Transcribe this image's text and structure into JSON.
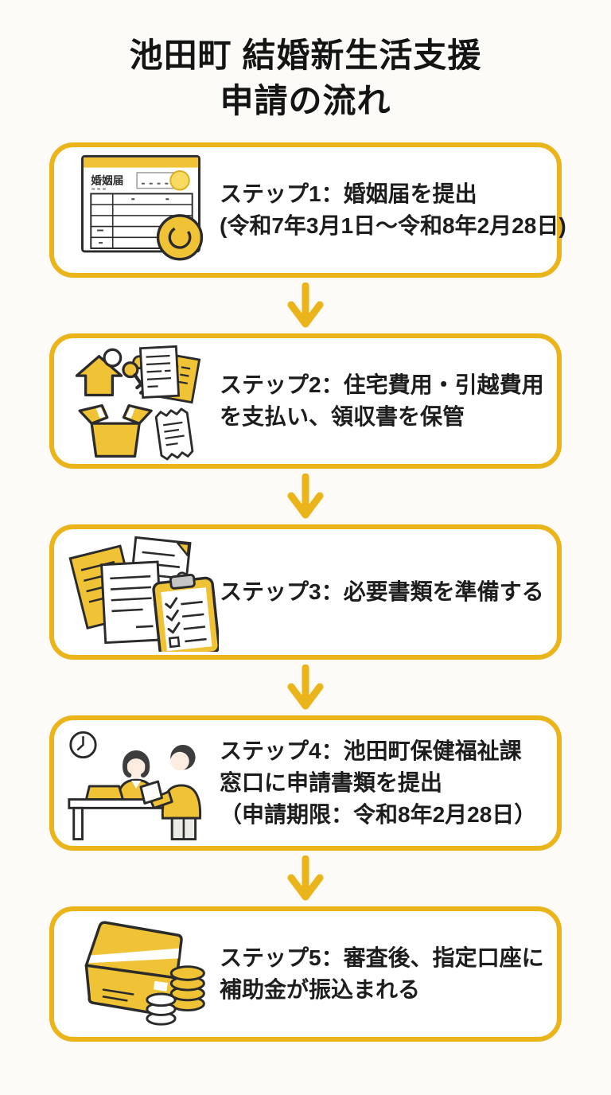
{
  "title": {
    "line1": "池田町 結婚新生活支援",
    "line2": "申請の流れ"
  },
  "colors": {
    "accent_yellow": "#EBB41A",
    "icon_yellow": "#F0C235",
    "light_yellow": "#F8DB60",
    "outline_dark": "#2B2B2B",
    "text_dark": "#1D1D1D",
    "box_fill": "#FFFFFF",
    "background": "#FCFBF8"
  },
  "steps": [
    {
      "icon": "marriage-certificate-icon",
      "form_label": "婚姻届",
      "lines": [
        "ステップ1：婚姻届を提出",
        "(令和7年3月1日～令和8年2月28日)"
      ]
    },
    {
      "icon": "house-keys-box-receipt-icon",
      "lines": [
        "ステップ2：住宅費用・引越費用",
        "を支払い、領収書を保管"
      ]
    },
    {
      "icon": "documents-checklist-icon",
      "lines": [
        "ステップ3：必要書類を準備する"
      ]
    },
    {
      "icon": "counter-submission-icon",
      "lines": [
        "ステップ4：池田町保健福祉課",
        "窓口に申請書類を提出",
        "（申請期限：令和8年2月28日）"
      ]
    },
    {
      "icon": "bankbook-coins-icon",
      "lines": [
        "ステップ5：審査後、指定口座に",
        "補助金が振込まれる"
      ]
    }
  ],
  "connector": {
    "icon": "down-arrow-icon"
  }
}
